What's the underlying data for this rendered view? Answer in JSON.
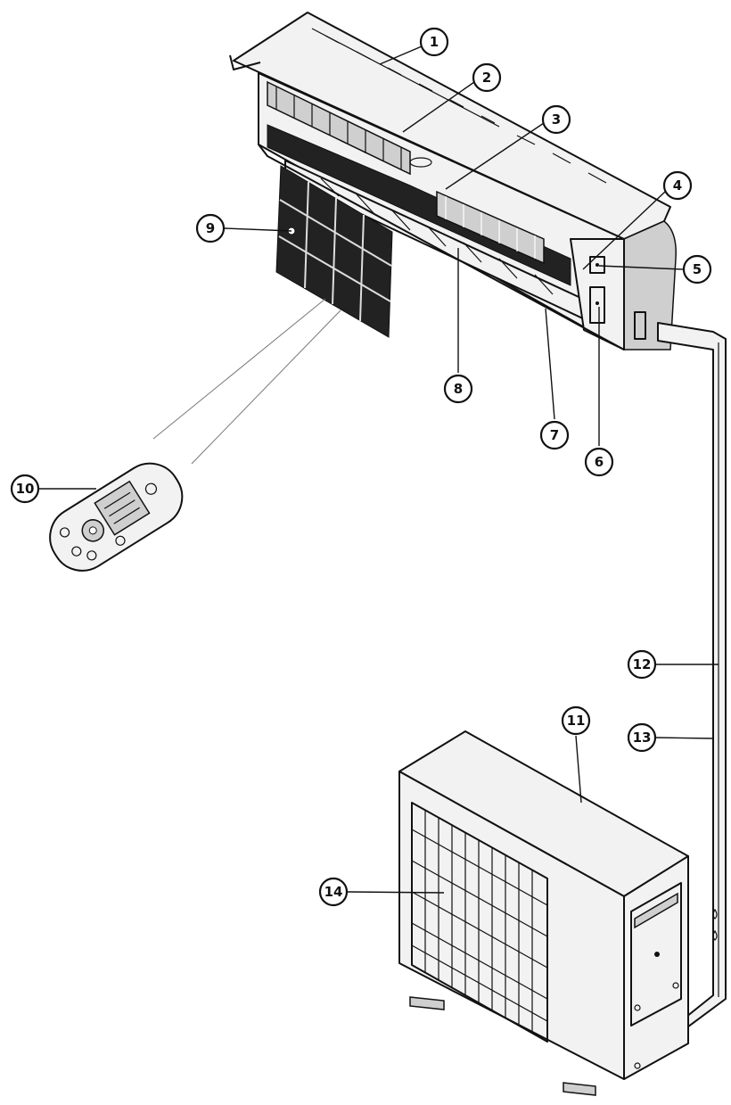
{
  "callouts": [
    {
      "id": "1",
      "label": "1"
    },
    {
      "id": "2",
      "label": "2"
    },
    {
      "id": "3",
      "label": "3"
    },
    {
      "id": "4",
      "label": "4"
    },
    {
      "id": "5",
      "label": "5"
    },
    {
      "id": "6",
      "label": "6"
    },
    {
      "id": "7",
      "label": "7"
    },
    {
      "id": "8",
      "label": "8"
    },
    {
      "id": "9",
      "label": "9"
    },
    {
      "id": "10",
      "label": "10"
    },
    {
      "id": "11",
      "label": "11"
    },
    {
      "id": "12",
      "label": "12"
    },
    {
      "id": "13",
      "label": "13"
    },
    {
      "id": "14",
      "label": "14"
    }
  ],
  "colors": {
    "line": "#111111",
    "shade": "#cfcfcf",
    "dark": "#222222",
    "background": "#ffffff"
  }
}
